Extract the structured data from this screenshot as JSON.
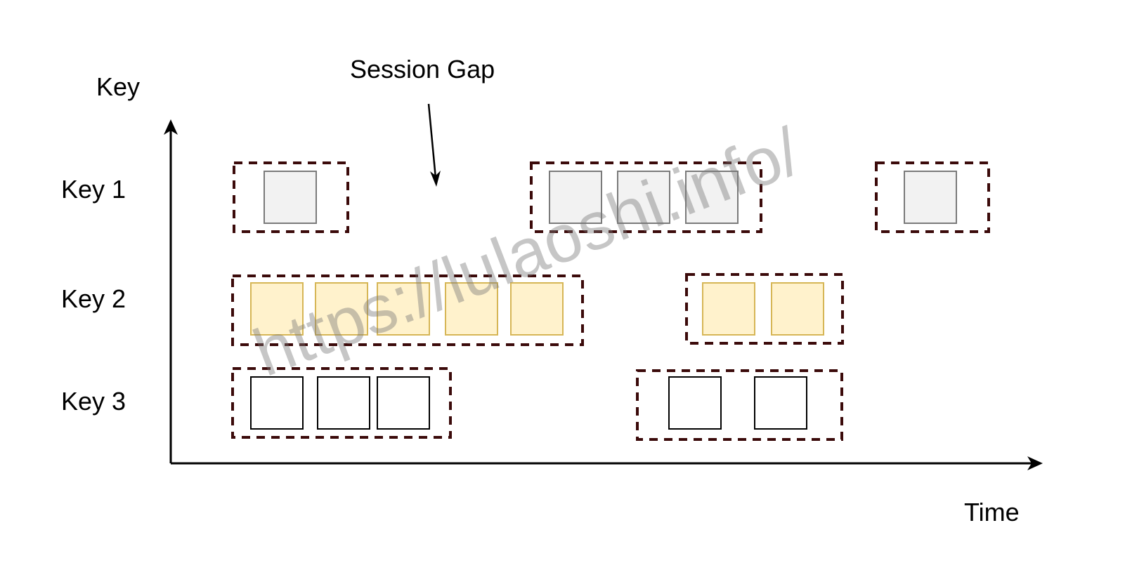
{
  "axes": {
    "y_label": "Key",
    "x_label": "Time"
  },
  "annotation": {
    "text": "Session Gap"
  },
  "rows": [
    {
      "label": "Key 1",
      "sessions": [
        {
          "events": 1
        },
        {
          "events": 3
        },
        {
          "events": 1
        }
      ]
    },
    {
      "label": "Key 2",
      "sessions": [
        {
          "events": 5
        },
        {
          "events": 2
        }
      ]
    },
    {
      "label": "Key 3",
      "sessions": [
        {
          "events": 3
        },
        {
          "events": 2
        }
      ]
    }
  ],
  "colors": {
    "window_border": "#3b0a0a",
    "key1_fill": "#f2f2f2",
    "key1_stroke": "#7a7a7a",
    "key2_fill": "#fff2cc",
    "key2_stroke": "#d6b656",
    "key3_fill": "#ffffff",
    "key3_stroke": "#000000",
    "axis": "#000000"
  },
  "watermark": "https://lulaoshi.info/"
}
